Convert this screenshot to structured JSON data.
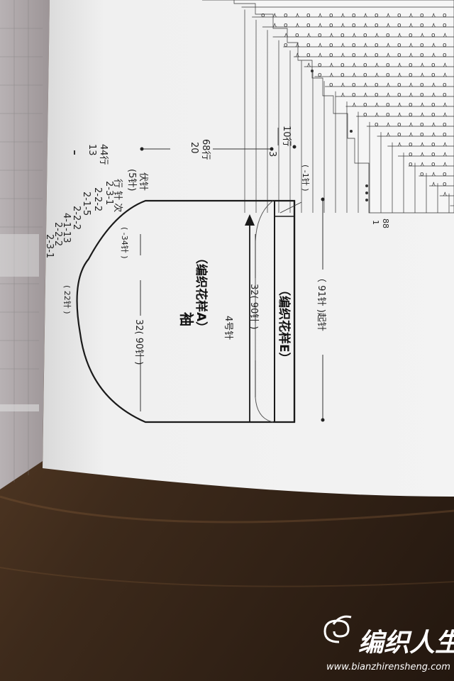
{
  "sleeve": {
    "title": "袖",
    "pattern_a": "（编织花样A）",
    "needle_size": "4号针",
    "width_upper": "32( 90针 )",
    "width_lower": "32( 90针 )",
    "pattern_e": "（编织花样E）",
    "cast_on": "（ 91针 )起针",
    "decrease_one": "( -1针 )",
    "cap_width": "( 22针 )",
    "cap_decrease": "( -34针 )",
    "bind_off": "(5针)",
    "bind_off_label": "伏针",
    "shaping_header": "行 针 次",
    "shaping_rows": [
      "2-3-1",
      "2-2-2",
      "2-1-5",
      "2-2-2",
      "4-1-13",
      "2-2-2",
      "2-3-1"
    ],
    "dim_13": "13",
    "dim_44": "44行",
    "dim_20": "20",
    "dim_68": "68行",
    "dim_3": "3",
    "dim_10": "10行",
    "chart_row_1": "1",
    "chart_col_88": "88"
  },
  "watermark": {
    "brand": "编织人生",
    "url": "www.bianzhirensheng.com"
  },
  "colors": {
    "paper": "#f1f1f1",
    "table_wood": "#5b3f26",
    "ink": "#222222"
  }
}
